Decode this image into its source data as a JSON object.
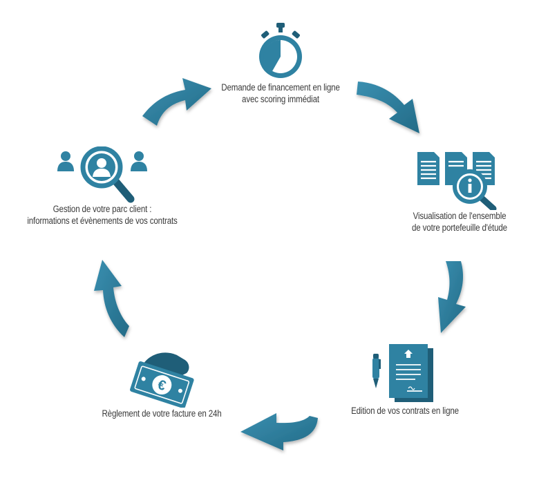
{
  "colors": {
    "accent": "#2f82a2",
    "dark": "#1f5e78",
    "text": "#3b3b3b"
  },
  "steps": [
    {
      "icon": "stopwatch-icon",
      "lines": [
        "Demande de financement en ligne",
        "avec scoring immédiat"
      ]
    },
    {
      "icon": "documents-info-search-icon",
      "lines": [
        "Visualisation de l'ensemble",
        "de votre portefeuille d'étude"
      ]
    },
    {
      "icon": "contract-pen-icon",
      "lines": [
        "Edition de vos contrats en ligne"
      ]
    },
    {
      "icon": "euro-banknote-hand-icon",
      "lines": [
        "Règlement de votre facture en 24h"
      ]
    },
    {
      "icon": "client-search-icon",
      "lines": [
        "Gestion de votre parc client :",
        "informations et évènements de vos contrats"
      ]
    }
  ]
}
